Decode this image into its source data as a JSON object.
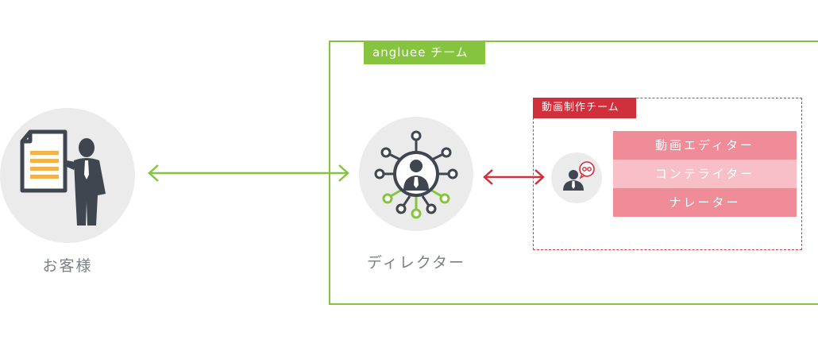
{
  "customer": {
    "label": "お客様",
    "icon": "presenter-document-icon"
  },
  "director": {
    "label": "ディレクター",
    "icon": "network-person-icon"
  },
  "team": {
    "tag": "angluee チーム"
  },
  "production": {
    "tag": "動画制作チーム",
    "icon": "person-chat-icon",
    "roles": [
      {
        "label": "動画エディター"
      },
      {
        "label": "コンテライター"
      },
      {
        "label": "ナレーター"
      }
    ]
  },
  "colors": {
    "green": "#86c440",
    "red": "#d0303b",
    "pink": "#f08c98",
    "pink_light": "#f8c0c6",
    "icon_dark": "#3f4650",
    "circle": "#ebebeb",
    "doc_orange": "#f4b24a"
  }
}
